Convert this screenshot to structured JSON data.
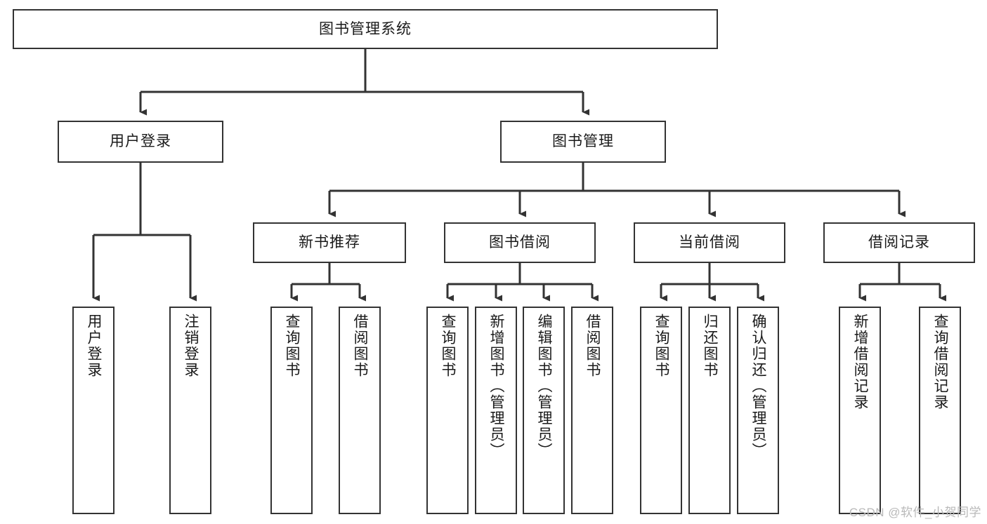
{
  "diagram": {
    "title": "图书管理系统",
    "type": "functional-structure-tree",
    "colors": {
      "box_border": "#333333",
      "box_fill": "#ffffff",
      "connector": "#333333",
      "text": "#1a1a1a",
      "watermark": "#b9b9b9",
      "background": "#ffffff"
    },
    "root": {
      "label": "图书管理系统"
    },
    "level2": [
      {
        "label": "用户登录"
      },
      {
        "label": "图书管理"
      }
    ],
    "level3": [
      {
        "label": "新书推荐"
      },
      {
        "label": "图书借阅"
      },
      {
        "label": "当前借阅"
      },
      {
        "label": "借阅记录"
      }
    ],
    "leaves": {
      "user_login": [
        {
          "label": "用户登录"
        },
        {
          "label": "注销登录"
        }
      ],
      "new_book_recommend": [
        {
          "label": "查询图书"
        },
        {
          "label": "借阅图书"
        }
      ],
      "book_borrow": [
        {
          "label": "查询图书"
        },
        {
          "label": "新增图书（管理员）"
        },
        {
          "label": "编辑图书（管理员）"
        },
        {
          "label": "借阅图书"
        }
      ],
      "current_borrow": [
        {
          "label": "查询图书"
        },
        {
          "label": "归还图书"
        },
        {
          "label": "确认归还（管理员）"
        }
      ],
      "borrow_record": [
        {
          "label": "新增借阅记录"
        },
        {
          "label": "查询借阅记录"
        }
      ]
    },
    "watermark": "CSDN @软件_小贺同学"
  }
}
